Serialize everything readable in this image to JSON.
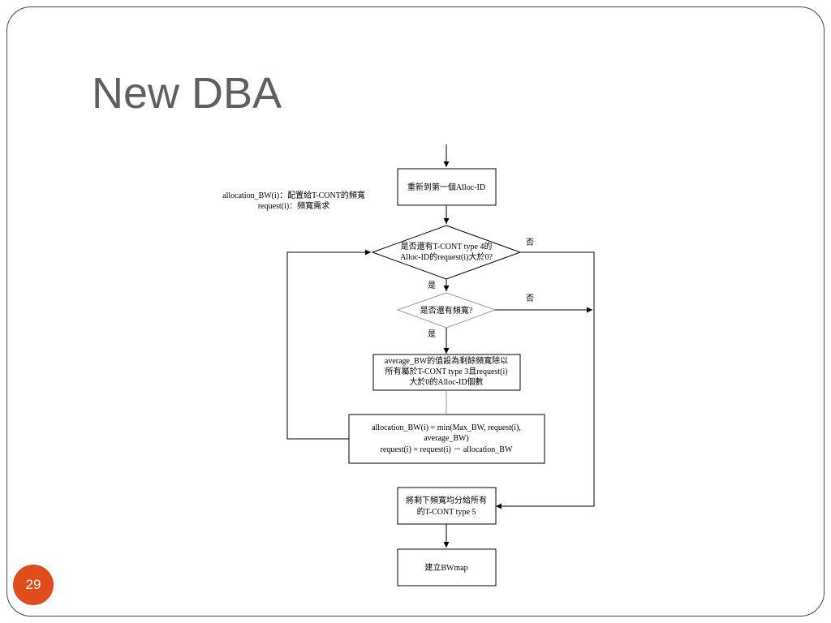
{
  "slide": {
    "title": "New DBA",
    "page_number": "29"
  },
  "legend": {
    "line1": "allocation_BW(i)：配置給T-CONT的頻寬",
    "line2": "request(i)：頻寬需求"
  },
  "flowchart": {
    "start_box": "重新到第一個Alloc-ID",
    "decision1": {
      "line1": "是否還有T-CONT type 4的",
      "line2": "Alloc-ID的request(i)大於0?"
    },
    "decision1_no": "否",
    "decision1_yes": "是",
    "decision2": "是否還有頻寬?",
    "decision2_no": "否",
    "decision2_yes": "是",
    "average_box": {
      "line1": "average_BW的值設為剩餘頻寬除以",
      "line2": "所有屬於T-CONT type 3且request(i)",
      "line3": "大於0的Alloc-ID個數"
    },
    "allocation_box": {
      "line1": "allocation_BW(i) = min(Max_BW, request(i),",
      "line2": "average_BW)",
      "line3": "request(i) = request(i) － allocation_BW"
    },
    "distribute_box": {
      "line1": "將剩下頻寬均分給所有",
      "line2": "的T-CONT type 5"
    },
    "end_box": "建立BWmap"
  }
}
